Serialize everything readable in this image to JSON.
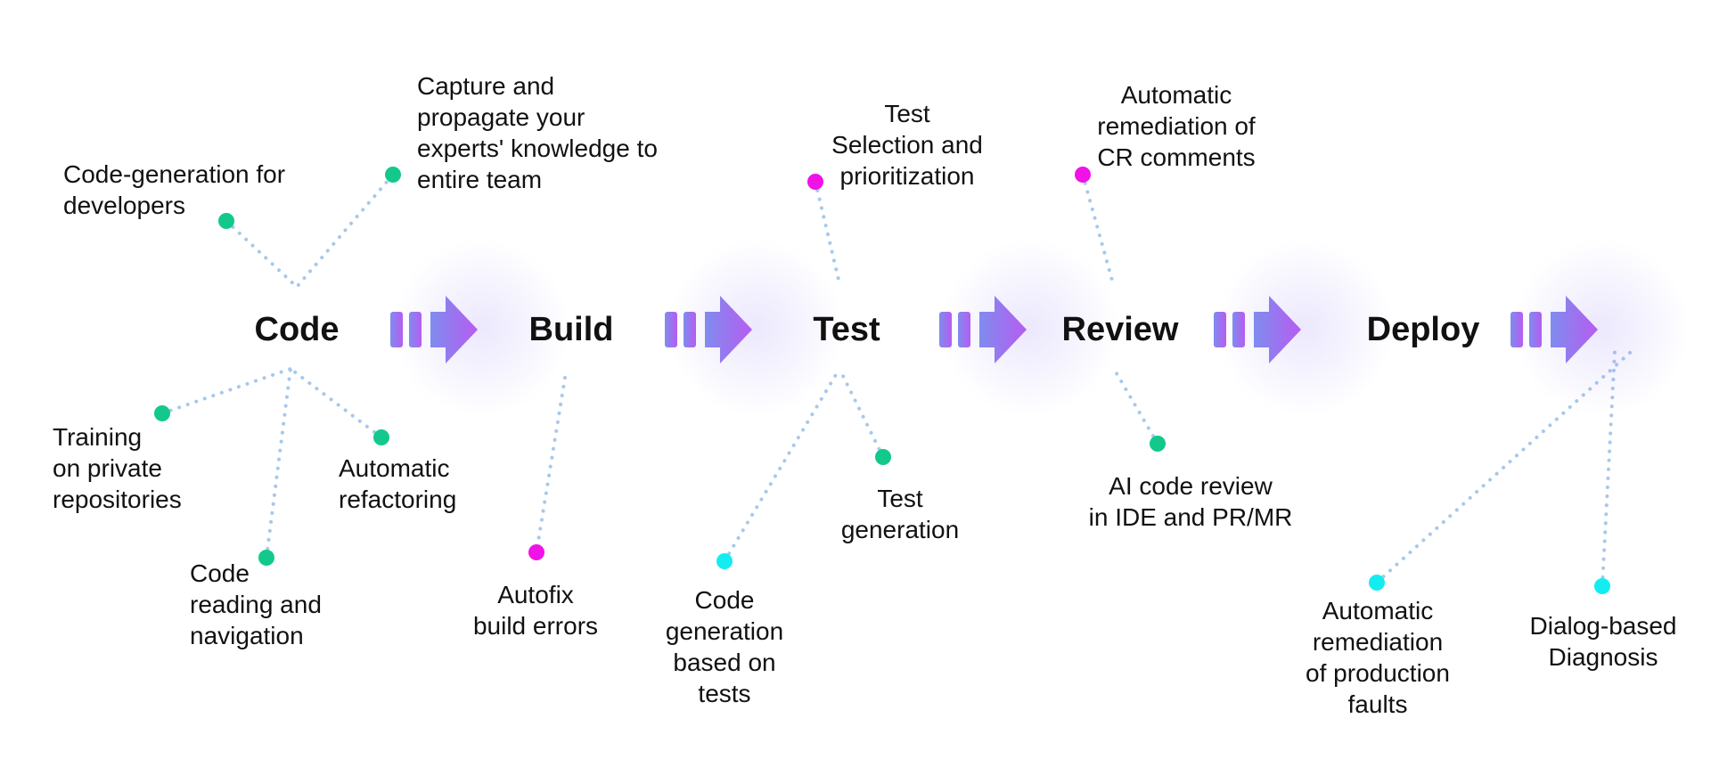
{
  "colors": {
    "green": "#12c98b",
    "magenta": "#f012e6",
    "cyan": "#14edf0",
    "connector": "#a7c8ea",
    "arrow_start": "#7f8cef",
    "arrow_end": "#b75cf0"
  },
  "stages": [
    {
      "key": "code",
      "label": "Code"
    },
    {
      "key": "build",
      "label": "Build"
    },
    {
      "key": "test",
      "label": "Test"
    },
    {
      "key": "review",
      "label": "Review"
    },
    {
      "key": "deploy",
      "label": "Deploy"
    }
  ],
  "features": [
    {
      "id": "codegen-dev",
      "color": "green",
      "lines": [
        "Code-generation for",
        "developers"
      ]
    },
    {
      "id": "capture-knowledge",
      "color": "green",
      "lines": [
        "Capture and",
        "propagate your",
        "experts' knowledge to",
        "entire team"
      ]
    },
    {
      "id": "training-private",
      "color": "green",
      "lines": [
        "Training",
        "on private",
        "repositories"
      ]
    },
    {
      "id": "code-reading",
      "color": "green",
      "lines": [
        "Code",
        "reading and",
        "navigation"
      ]
    },
    {
      "id": "auto-refactoring",
      "color": "green",
      "lines": [
        "Automatic",
        "refactoring"
      ]
    },
    {
      "id": "autofix-build",
      "color": "magenta",
      "lines": [
        "Autofix",
        "build errors"
      ]
    },
    {
      "id": "test-selection",
      "color": "magenta",
      "lines": [
        "Test",
        "Selection and",
        "prioritization"
      ]
    },
    {
      "id": "codegen-tests",
      "color": "cyan",
      "lines": [
        "Code",
        "generation",
        "based on",
        "tests"
      ]
    },
    {
      "id": "test-generation",
      "color": "green",
      "lines": [
        "Test",
        "generation"
      ]
    },
    {
      "id": "auto-remediation-cr",
      "color": "magenta",
      "lines": [
        "Automatic",
        "remediation of",
        "CR comments"
      ]
    },
    {
      "id": "ai-code-review",
      "color": "green",
      "lines": [
        "AI code review",
        "in IDE and PR/MR"
      ]
    },
    {
      "id": "auto-remediation-prod",
      "color": "cyan",
      "lines": [
        "Automatic",
        "remediation",
        "of production",
        "faults"
      ]
    },
    {
      "id": "dialog-diagnosis",
      "color": "cyan",
      "lines": [
        "Dialog-based",
        "Diagnosis"
      ]
    }
  ]
}
